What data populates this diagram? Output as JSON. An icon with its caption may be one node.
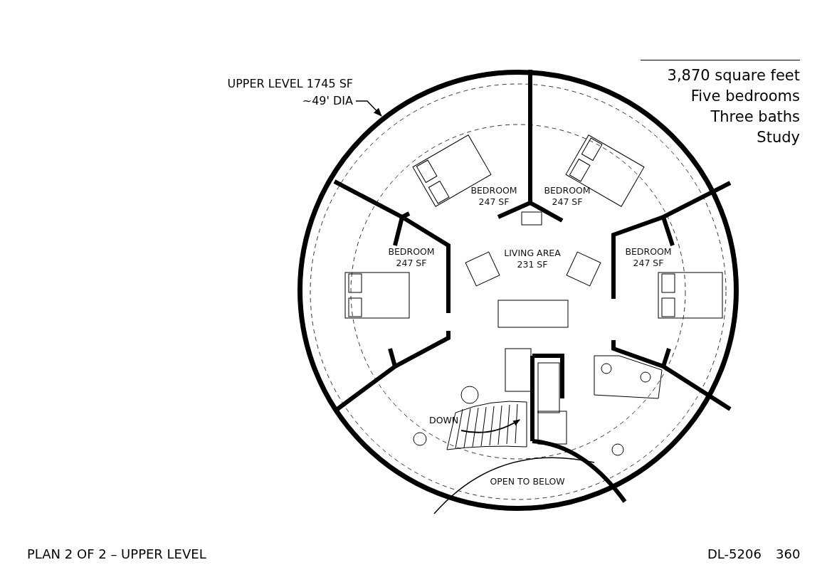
{
  "diagram": {
    "nodes": [
      {
        "text": [],
        "shape": "circle"
      },
      {
        "text": [
          "UPPER LEVEL 1745 SF ~49' DIA"
        ]
      },
      {
        "text": [
          "BEDROOM",
          "247 SF"
        ],
        "in": 0
      },
      {
        "text": [
          "BEDROOM",
          "247 SF"
        ],
        "in": 0
      },
      {
        "text": [
          "BEDROOM",
          "247 SF"
        ],
        "in": 0
      },
      {
        "text": [
          "LIVING AREA",
          "231 SF"
        ],
        "in": 0
      },
      {
        "text": [
          "BEDROOM",
          "247 SF"
        ],
        "in": 0
      },
      {
        "text": [
          "OPEN TO BELOW"
        ],
        "in": 0
      }
    ],
    "edges": [
      {
        "from": 1,
        "to": 0,
        "arrow": "to"
      }
    ],
    "labels": [
      "3,870 square feet",
      "Five bedrooms",
      "Three baths",
      "Study",
      "DOWN",
      "PLAN 2 OF 2 – UPPER LEVEL",
      "DL-5206",
      "360"
    ]
  }
}
